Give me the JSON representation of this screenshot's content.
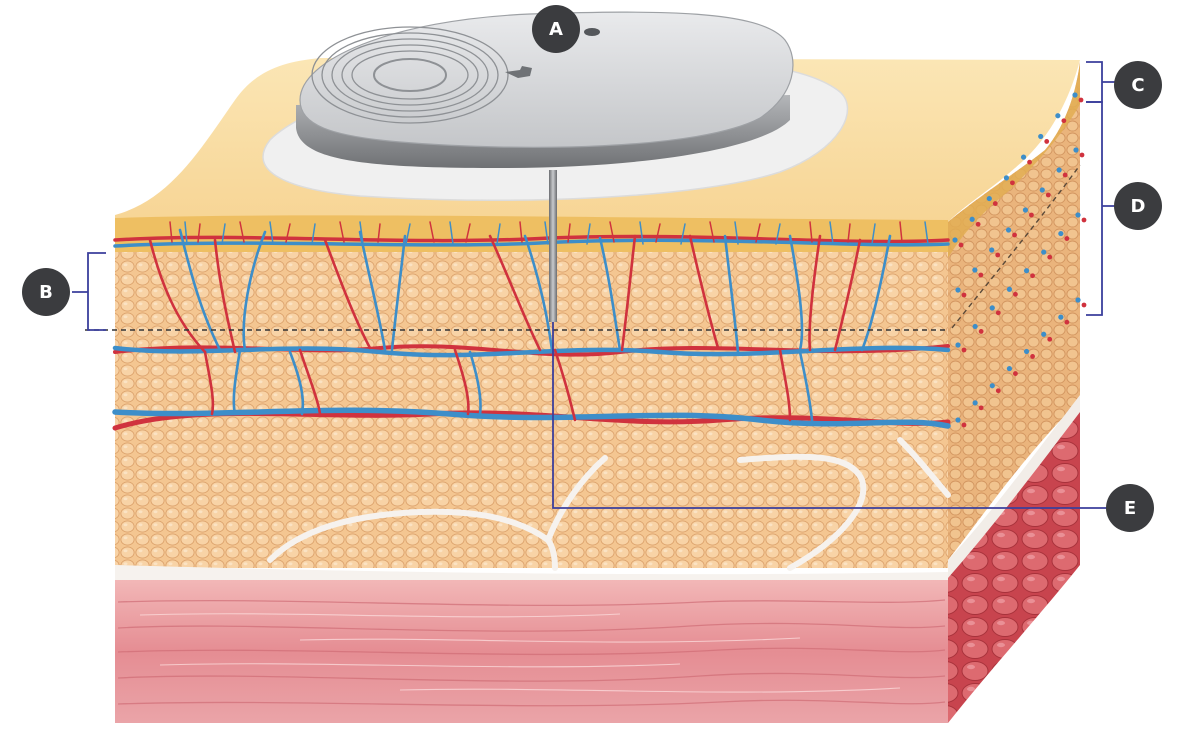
{
  "callouts": {
    "a": "A",
    "b": "B",
    "c": "C",
    "d": "D",
    "e": "E"
  },
  "colors": {
    "skin_top": "#f9dda0",
    "epidermis_band": "#eebf62",
    "fat": "#f4c691",
    "fat_cell_edge": "#dca26c",
    "muscle": "#e79aa0",
    "muscle_side": "#d4525a",
    "artery": "#d0323e",
    "vein": "#3d8ec9",
    "device_body": "#c9cbce",
    "device_pad": "#eeeeee",
    "callout_badge": "#3b3c3f",
    "bracket_line": "#3b3f9c",
    "connective_tissue": "#f6f2ee"
  }
}
